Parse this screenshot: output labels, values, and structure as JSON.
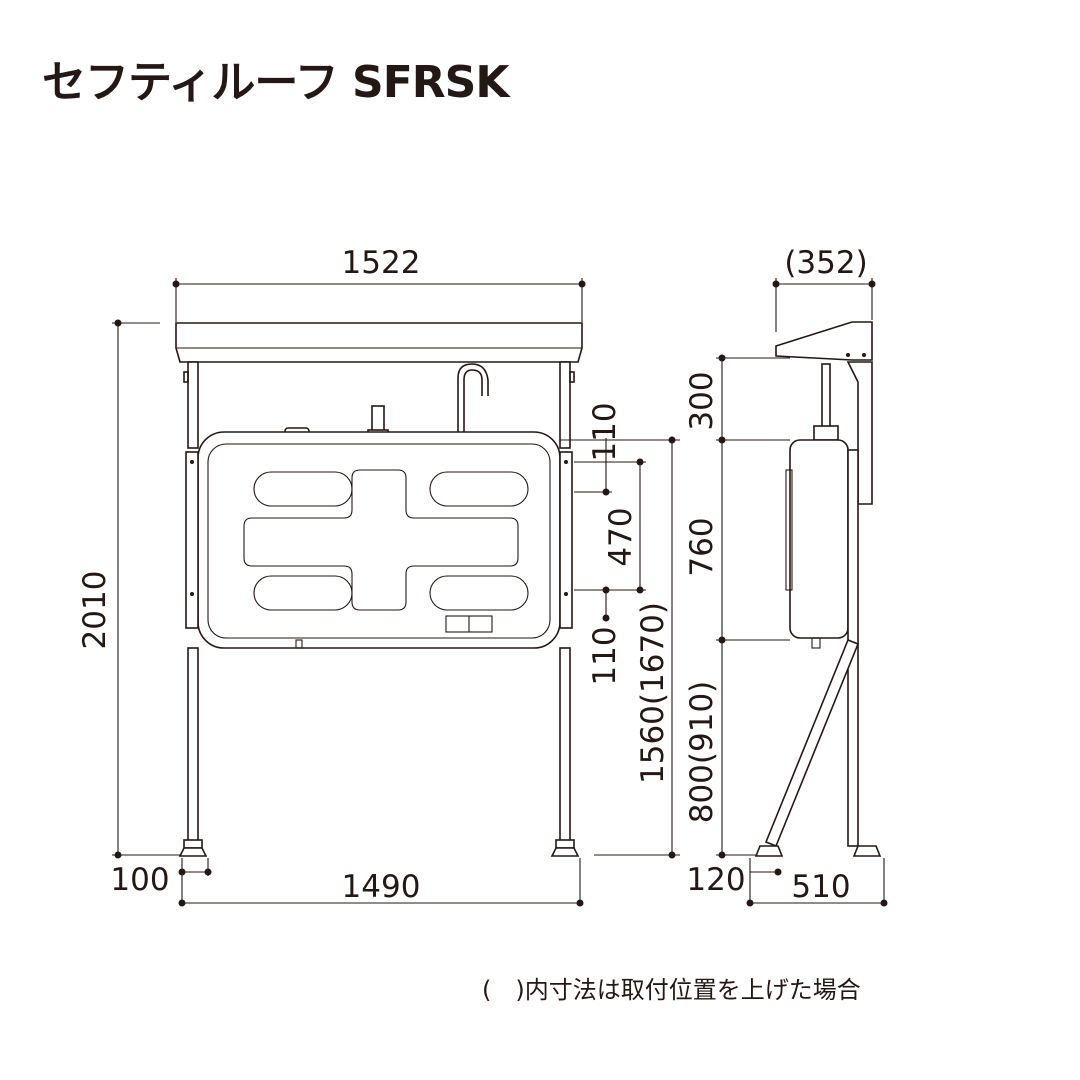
{
  "title": "セフティルーフ SFRSK",
  "note": "(　)内寸法は取付位置を上げた場合",
  "dimensions": {
    "top_width": "1522",
    "overall_height": "2010",
    "base_width": "1490",
    "foot_offset": "100",
    "upper_gap_top": "110",
    "middle_gap": "470",
    "lower_gap": "110",
    "tank_top_height": "1560(1670)",
    "side_depth": "(352)",
    "roof_to_tank": "300",
    "tank_height": "760",
    "tank_bottom_height": "800(910)",
    "side_foot_offset": "120",
    "side_base": "510"
  }
}
